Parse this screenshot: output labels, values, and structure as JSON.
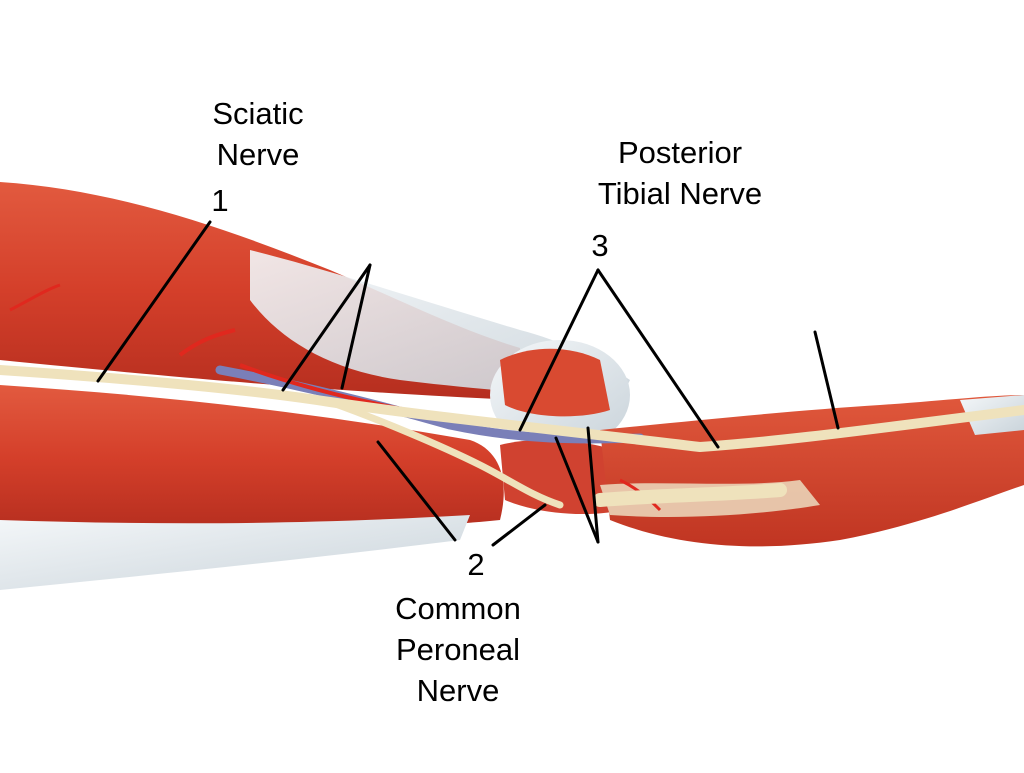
{
  "labels": {
    "sciatic": {
      "number": "1",
      "name_lines": [
        "Sciatic",
        "Nerve"
      ]
    },
    "tibial": {
      "number": "3",
      "name_lines": [
        "Posterior",
        "Tibial Nerve"
      ]
    },
    "peroneal": {
      "number": "2",
      "name_lines": [
        "Common",
        "Peroneal",
        "Nerve"
      ]
    }
  },
  "colors": {
    "muscle": "#d9452f",
    "muscle_dark": "#b02a1c",
    "tendon": "#e8eef2",
    "nerve": "#efe2bc",
    "vein": "#7a7fb8",
    "artery": "#e0281e",
    "leader": "#000000"
  }
}
